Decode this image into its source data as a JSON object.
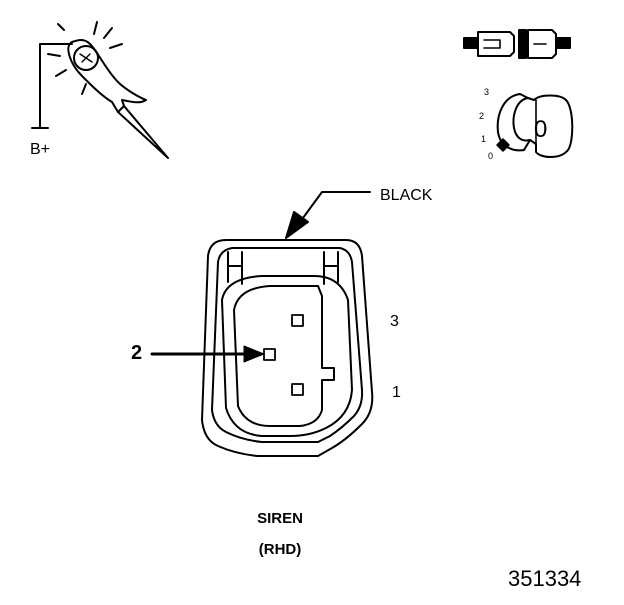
{
  "probe": {
    "supply_label": "B+"
  },
  "connector": {
    "color_label": "BLACK",
    "pins": {
      "p1": "1",
      "p2": "2",
      "p3": "3"
    }
  },
  "ignition": {
    "positions": {
      "p0": "0",
      "p1": "1",
      "p2": "2",
      "p3": "3"
    },
    "key_label": "0"
  },
  "caption": {
    "title": "SIREN",
    "subtitle": "(RHD)"
  },
  "figure_number": "351334"
}
